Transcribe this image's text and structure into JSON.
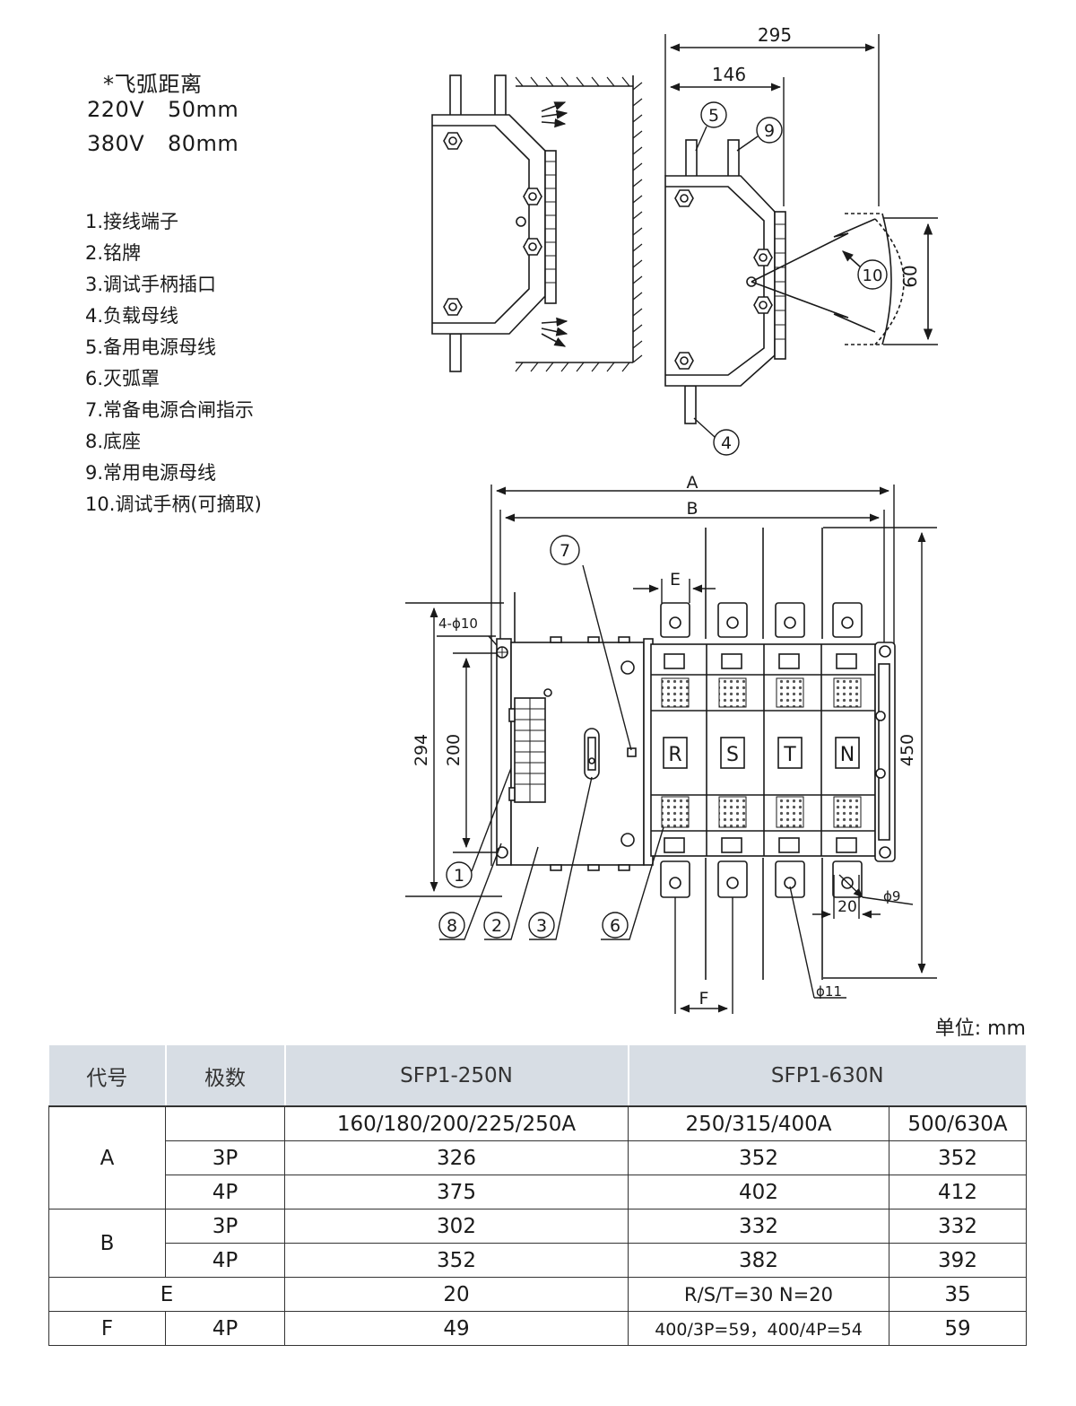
{
  "arc": {
    "title": "*飞弧距离",
    "rows": [
      {
        "voltage": "220V",
        "distance": "50mm"
      },
      {
        "voltage": "380V",
        "distance": "80mm"
      }
    ]
  },
  "legend": [
    "1.接线端子",
    "2.铭牌",
    "3.调试手柄插口",
    "4.负载母线",
    "5.备用电源母线",
    "6.灭弧罩",
    "7.常备电源合闸指示",
    "8.底座",
    "9.常用电源母线",
    "10.调试手柄(可摘取)"
  ],
  "diagram": {
    "dims": {
      "d295": "295",
      "d146": "146",
      "d60": "60",
      "A": "A",
      "B": "B",
      "E": "E",
      "F": "F",
      "d294": "294",
      "d200": "200",
      "d450": "450",
      "d20": "20",
      "hole4": "4-ϕ10",
      "phi9": "ϕ9",
      "phi11": "ϕ11"
    },
    "poles": [
      "R",
      "S",
      "T",
      "N"
    ],
    "callouts": [
      "1",
      "2",
      "3",
      "4",
      "5",
      "6",
      "7",
      "8",
      "9",
      "10"
    ]
  },
  "unit_label": "单位: mm",
  "table": {
    "headers": [
      "代号",
      "极数",
      "SFP1-250N",
      "SFP1-630N"
    ],
    "sub_header": [
      "",
      "",
      "160/180/200/225/250A",
      "250/315/400A",
      "500/630A"
    ],
    "rows": [
      {
        "code": "A",
        "poles": "3P",
        "v250": "326",
        "v400": "352",
        "v630": "352"
      },
      {
        "code": "",
        "poles": "4P",
        "v250": "375",
        "v400": "402",
        "v630": "412"
      },
      {
        "code": "B",
        "poles": "3P",
        "v250": "302",
        "v400": "332",
        "v630": "332"
      },
      {
        "code": "",
        "poles": "4P",
        "v250": "352",
        "v400": "382",
        "v630": "392"
      },
      {
        "code": "E",
        "poles": "",
        "v250": "20",
        "v400": "R/S/T=30  N=20",
        "v630": "35"
      },
      {
        "code": "F",
        "poles": "4P",
        "v250": "49",
        "v400": "400/3P=59，400/4P=54",
        "v630": "59"
      }
    ]
  }
}
